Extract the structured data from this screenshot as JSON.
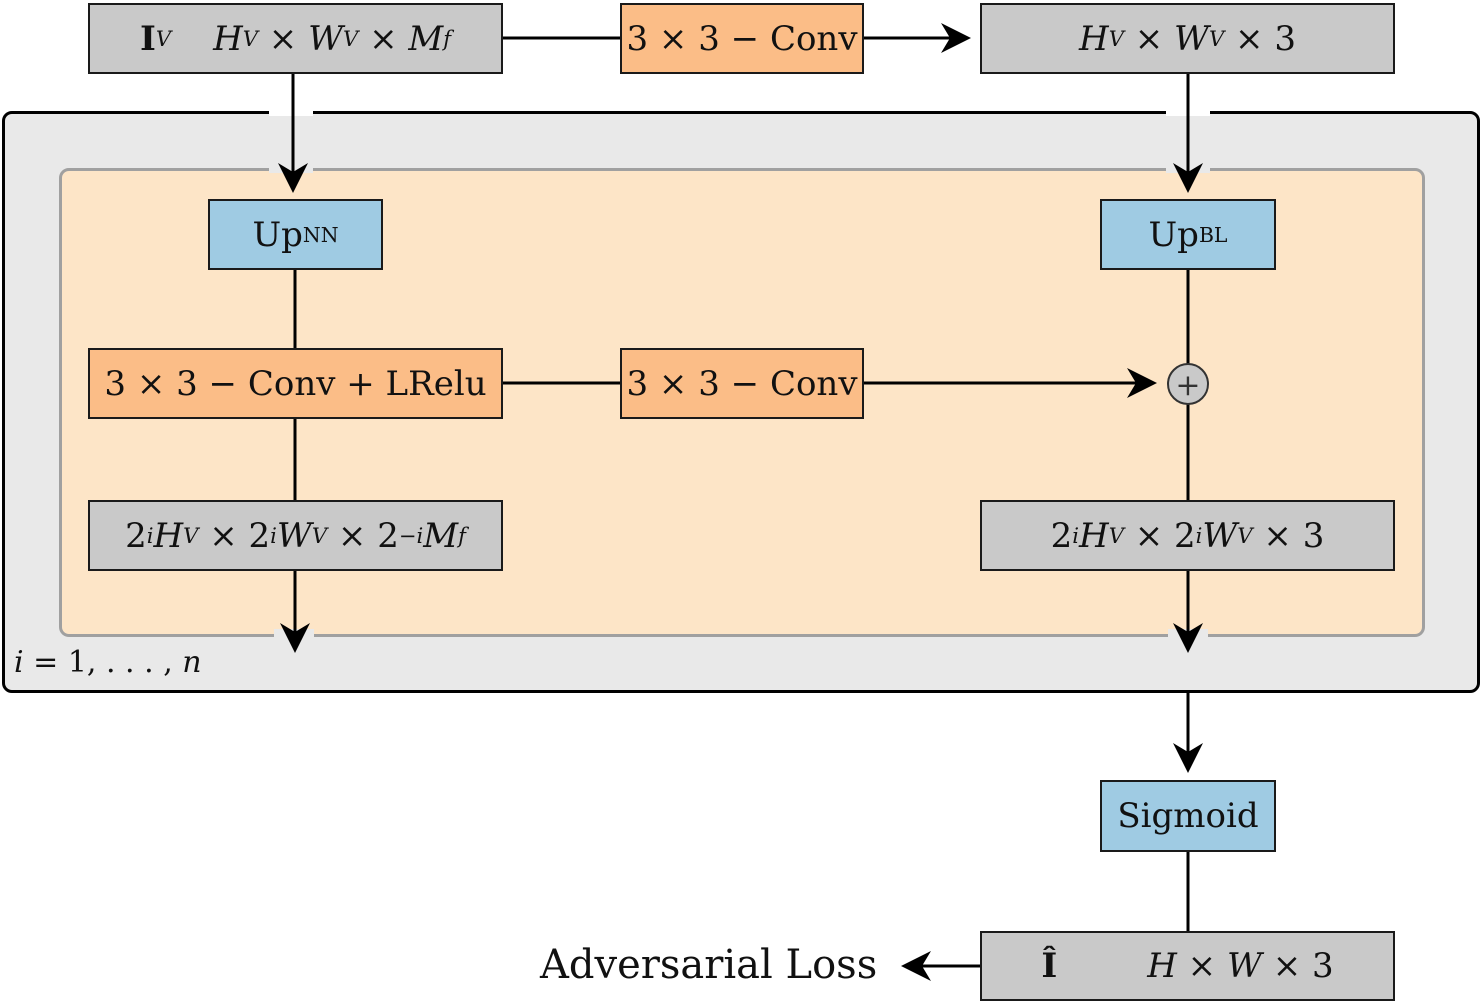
{
  "colors": {
    "gray_box": "#c9c9c9",
    "conv_box": "#fbbd87",
    "op_box": "#9fcbe3",
    "outer_frame": "#e9e9e9",
    "inner_frame": "#fde5c7"
  },
  "top": {
    "input_symbol": "I",
    "input_symbol_sub": "V",
    "input_shape": {
      "h": "H",
      "h_sub": "V",
      "w": "W",
      "w_sub": "V",
      "c": "M",
      "c_sub": "f"
    },
    "conv": "3 × 3 − Conv",
    "rgb_shape": {
      "h": "H",
      "h_sub": "V",
      "w": "W",
      "w_sub": "V",
      "c": "3"
    }
  },
  "block": {
    "up_nn": {
      "base": "Up",
      "sub": "NN"
    },
    "up_bl": {
      "base": "Up",
      "sub": "BL"
    },
    "conv_lrelu": "3 × 3 − Conv + LRelu",
    "conv_mid": "3 × 3 − Conv",
    "plus_symbol": "+",
    "feat_shape": {
      "pre": "2",
      "exp": "i",
      "h": "H",
      "h_sub": "V",
      "pre2": "2",
      "exp2": "i",
      "w": "W",
      "w_sub": "V",
      "pre3": "2",
      "exp3": "−i",
      "c": "M",
      "c_sub": "f"
    },
    "rgb_shape": {
      "pre": "2",
      "exp": "i",
      "h": "H",
      "h_sub": "V",
      "pre2": "2",
      "exp2": "i",
      "w": "W",
      "w_sub": "V",
      "c": "3"
    },
    "iteration": {
      "var": "i",
      "eq": " = 1, . . . , ",
      "end": "n"
    }
  },
  "bottom": {
    "sigmoid": "Sigmoid",
    "output_symbol": "Î",
    "output_shape": {
      "h": "H",
      "w": "W",
      "c": "3"
    },
    "loss_label": "Adversarial Loss"
  }
}
